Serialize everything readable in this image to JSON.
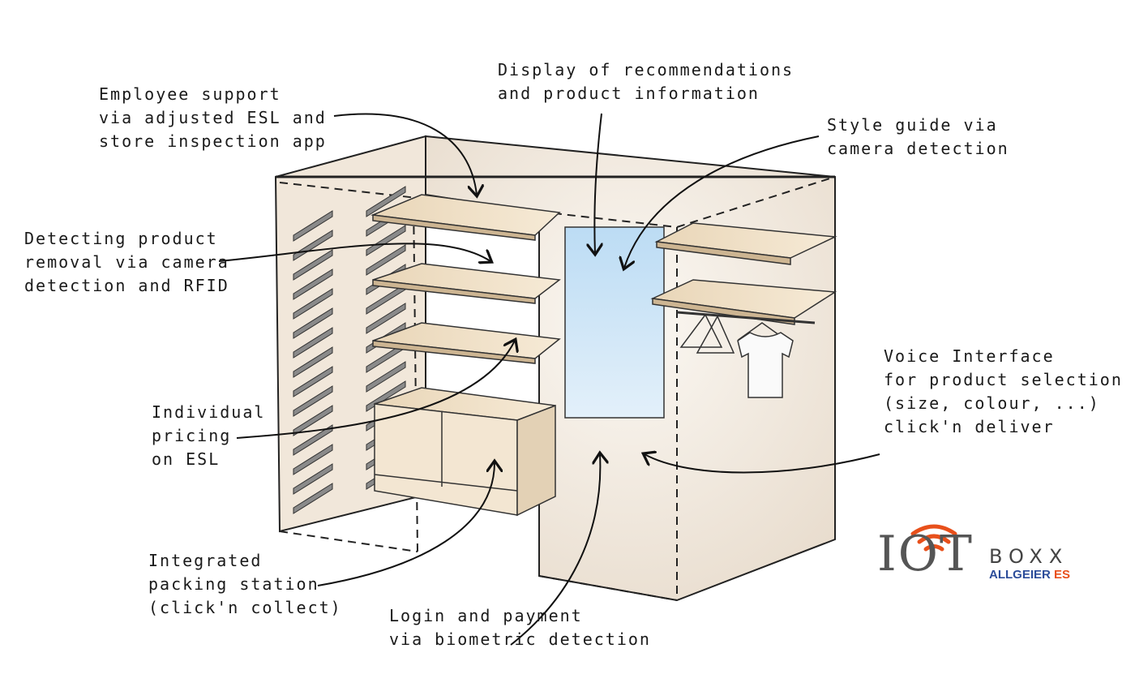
{
  "annotations": {
    "employee_support": [
      "Employee support",
      "via adjusted ESL and",
      "store inspection app"
    ],
    "display": [
      "Display of recommendations",
      "and product information"
    ],
    "style_guide": [
      "Style guide via",
      "camera detection"
    ],
    "product_removal": [
      "Detecting product",
      "removal via camera",
      "detection and RFID"
    ],
    "pricing": [
      "Individual",
      "pricing",
      "on ESL"
    ],
    "voice": [
      "Voice Interface",
      "for product selection",
      "(size, colour, ...)",
      "click'n deliver"
    ],
    "packing": [
      "Integrated",
      "packing station",
      "(click'n collect)"
    ],
    "login": [
      "Login and payment",
      "via biometric detection"
    ]
  },
  "logo": {
    "main": "IOT",
    "sub": "BOXX",
    "brand": "ALLGEIER",
    "brand_suffix": "ES",
    "colors": {
      "orange": "#e8501b",
      "gray": "#555555",
      "blue": "#2c4d9a"
    }
  }
}
